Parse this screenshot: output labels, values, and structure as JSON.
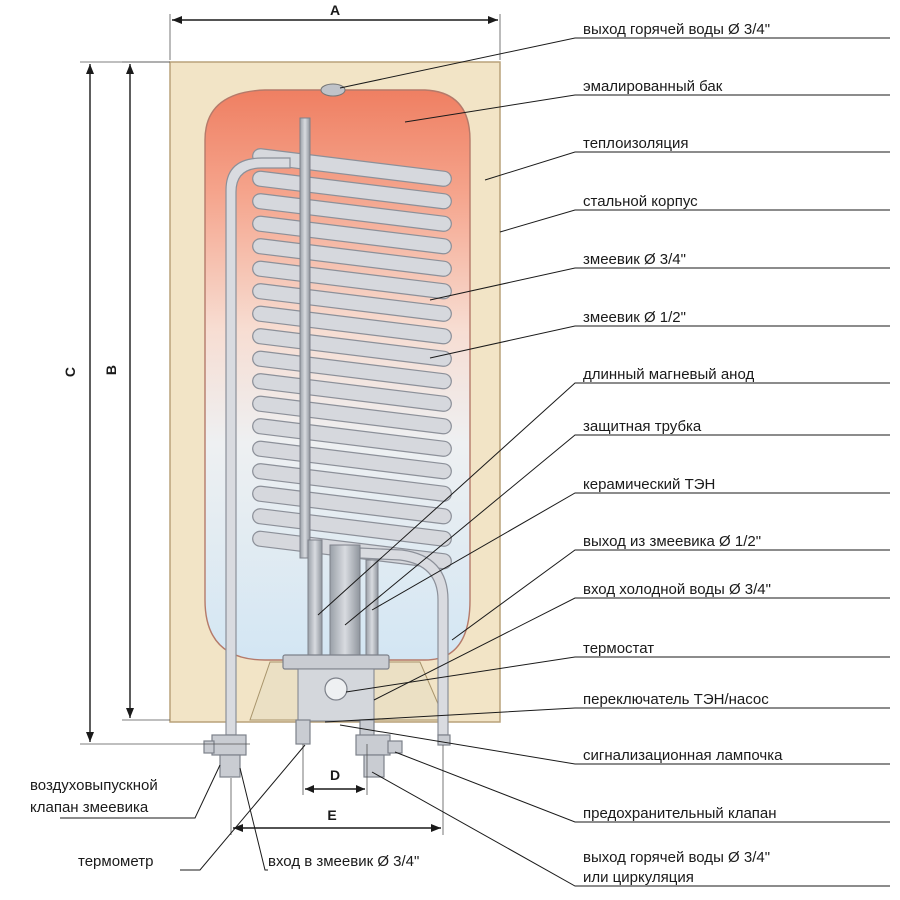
{
  "dimensions": {
    "A": "A",
    "B": "B",
    "C": "C",
    "D": "D",
    "E": "E"
  },
  "labels_right": [
    "выход горячей воды Ø 3/4\"",
    "эмалированный бак",
    "теплоизоляция",
    "стальной корпус",
    "змеевик Ø 3/4\"",
    "змеевик Ø 1/2\"",
    "длинный магневый анод",
    "защитная трубка",
    "керамический ТЭН",
    "выход из змеевика Ø 1/2\"",
    "вход холодной воды Ø 3/4\"",
    "термостат",
    "переключатель ТЭН/насос",
    "сигнализационная лампочка",
    "предохранительный клапан",
    "выход горячей воды Ø 3/4\"",
    "или циркуляция"
  ],
  "labels_bottom": {
    "air_valve_line1": "воздуховыпускной",
    "air_valve_line2": "клапан змеевика",
    "thermometer": "термометр",
    "coil_inlet": "вход в змеевик Ø 3/4\""
  },
  "colors": {
    "casing": "#f2e4c6",
    "tank_hot": "#f0856a",
    "tank_cold": "#e4f0f8",
    "coil": "#d6d8dd"
  }
}
